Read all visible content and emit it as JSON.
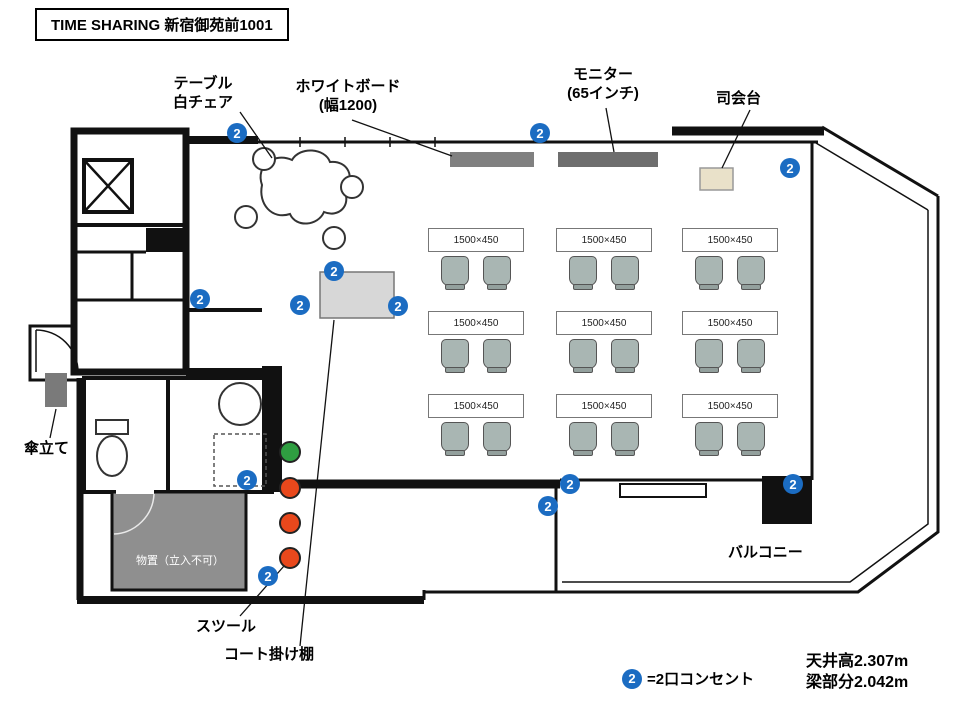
{
  "title": "TIME SHARING 新宿御苑前1001",
  "annotations": {
    "lounge": {
      "line1": "テーブル",
      "line2": "白チェア"
    },
    "whiteboard": {
      "line1": "ホワイトボード",
      "line2": "(幅1200)"
    },
    "monitor": {
      "line1": "モニター",
      "line2": "(65インチ)"
    },
    "podium": {
      "label": "司会台"
    },
    "umbrella": {
      "label": "傘立て"
    },
    "storage": {
      "label": "物置（立入不可）"
    },
    "stool": {
      "label": "スツール"
    },
    "coat_rack": {
      "label": "コート掛け棚"
    },
    "balcony": {
      "label": "バルコニー"
    }
  },
  "legend": {
    "symbol": "2",
    "text": "=2口コンセント"
  },
  "specs": {
    "ceiling_height": "天井高2.307m",
    "beam_height": "梁部分2.042m"
  },
  "colors": {
    "outlet": "#1b6cc2",
    "stool_green": "#2f9e41",
    "stool_red": "#e8481c",
    "wall": "#111111",
    "storage_fill": "#8f8f8f"
  },
  "outlet": {
    "symbol": "2",
    "positions": [
      [
        237,
        133
      ],
      [
        540,
        133
      ],
      [
        790,
        168
      ],
      [
        334,
        271
      ],
      [
        200,
        299
      ],
      [
        300,
        305
      ],
      [
        398,
        306
      ],
      [
        247,
        480
      ],
      [
        570,
        484
      ],
      [
        548,
        506
      ],
      [
        793,
        484
      ],
      [
        268,
        576
      ]
    ]
  },
  "tables": {
    "size_label": "1500×450",
    "positions": [
      [
        428,
        228
      ],
      [
        556,
        228
      ],
      [
        682,
        228
      ],
      [
        428,
        311
      ],
      [
        556,
        311
      ],
      [
        682,
        311
      ],
      [
        428,
        394
      ],
      [
        556,
        394
      ],
      [
        682,
        394
      ]
    ]
  },
  "stools": {
    "colors": [
      "#2f9e41",
      "#e8481c",
      "#e8481c",
      "#e8481c"
    ],
    "positions": [
      [
        290,
        452
      ],
      [
        290,
        488
      ],
      [
        290,
        523
      ],
      [
        290,
        558
      ]
    ]
  }
}
